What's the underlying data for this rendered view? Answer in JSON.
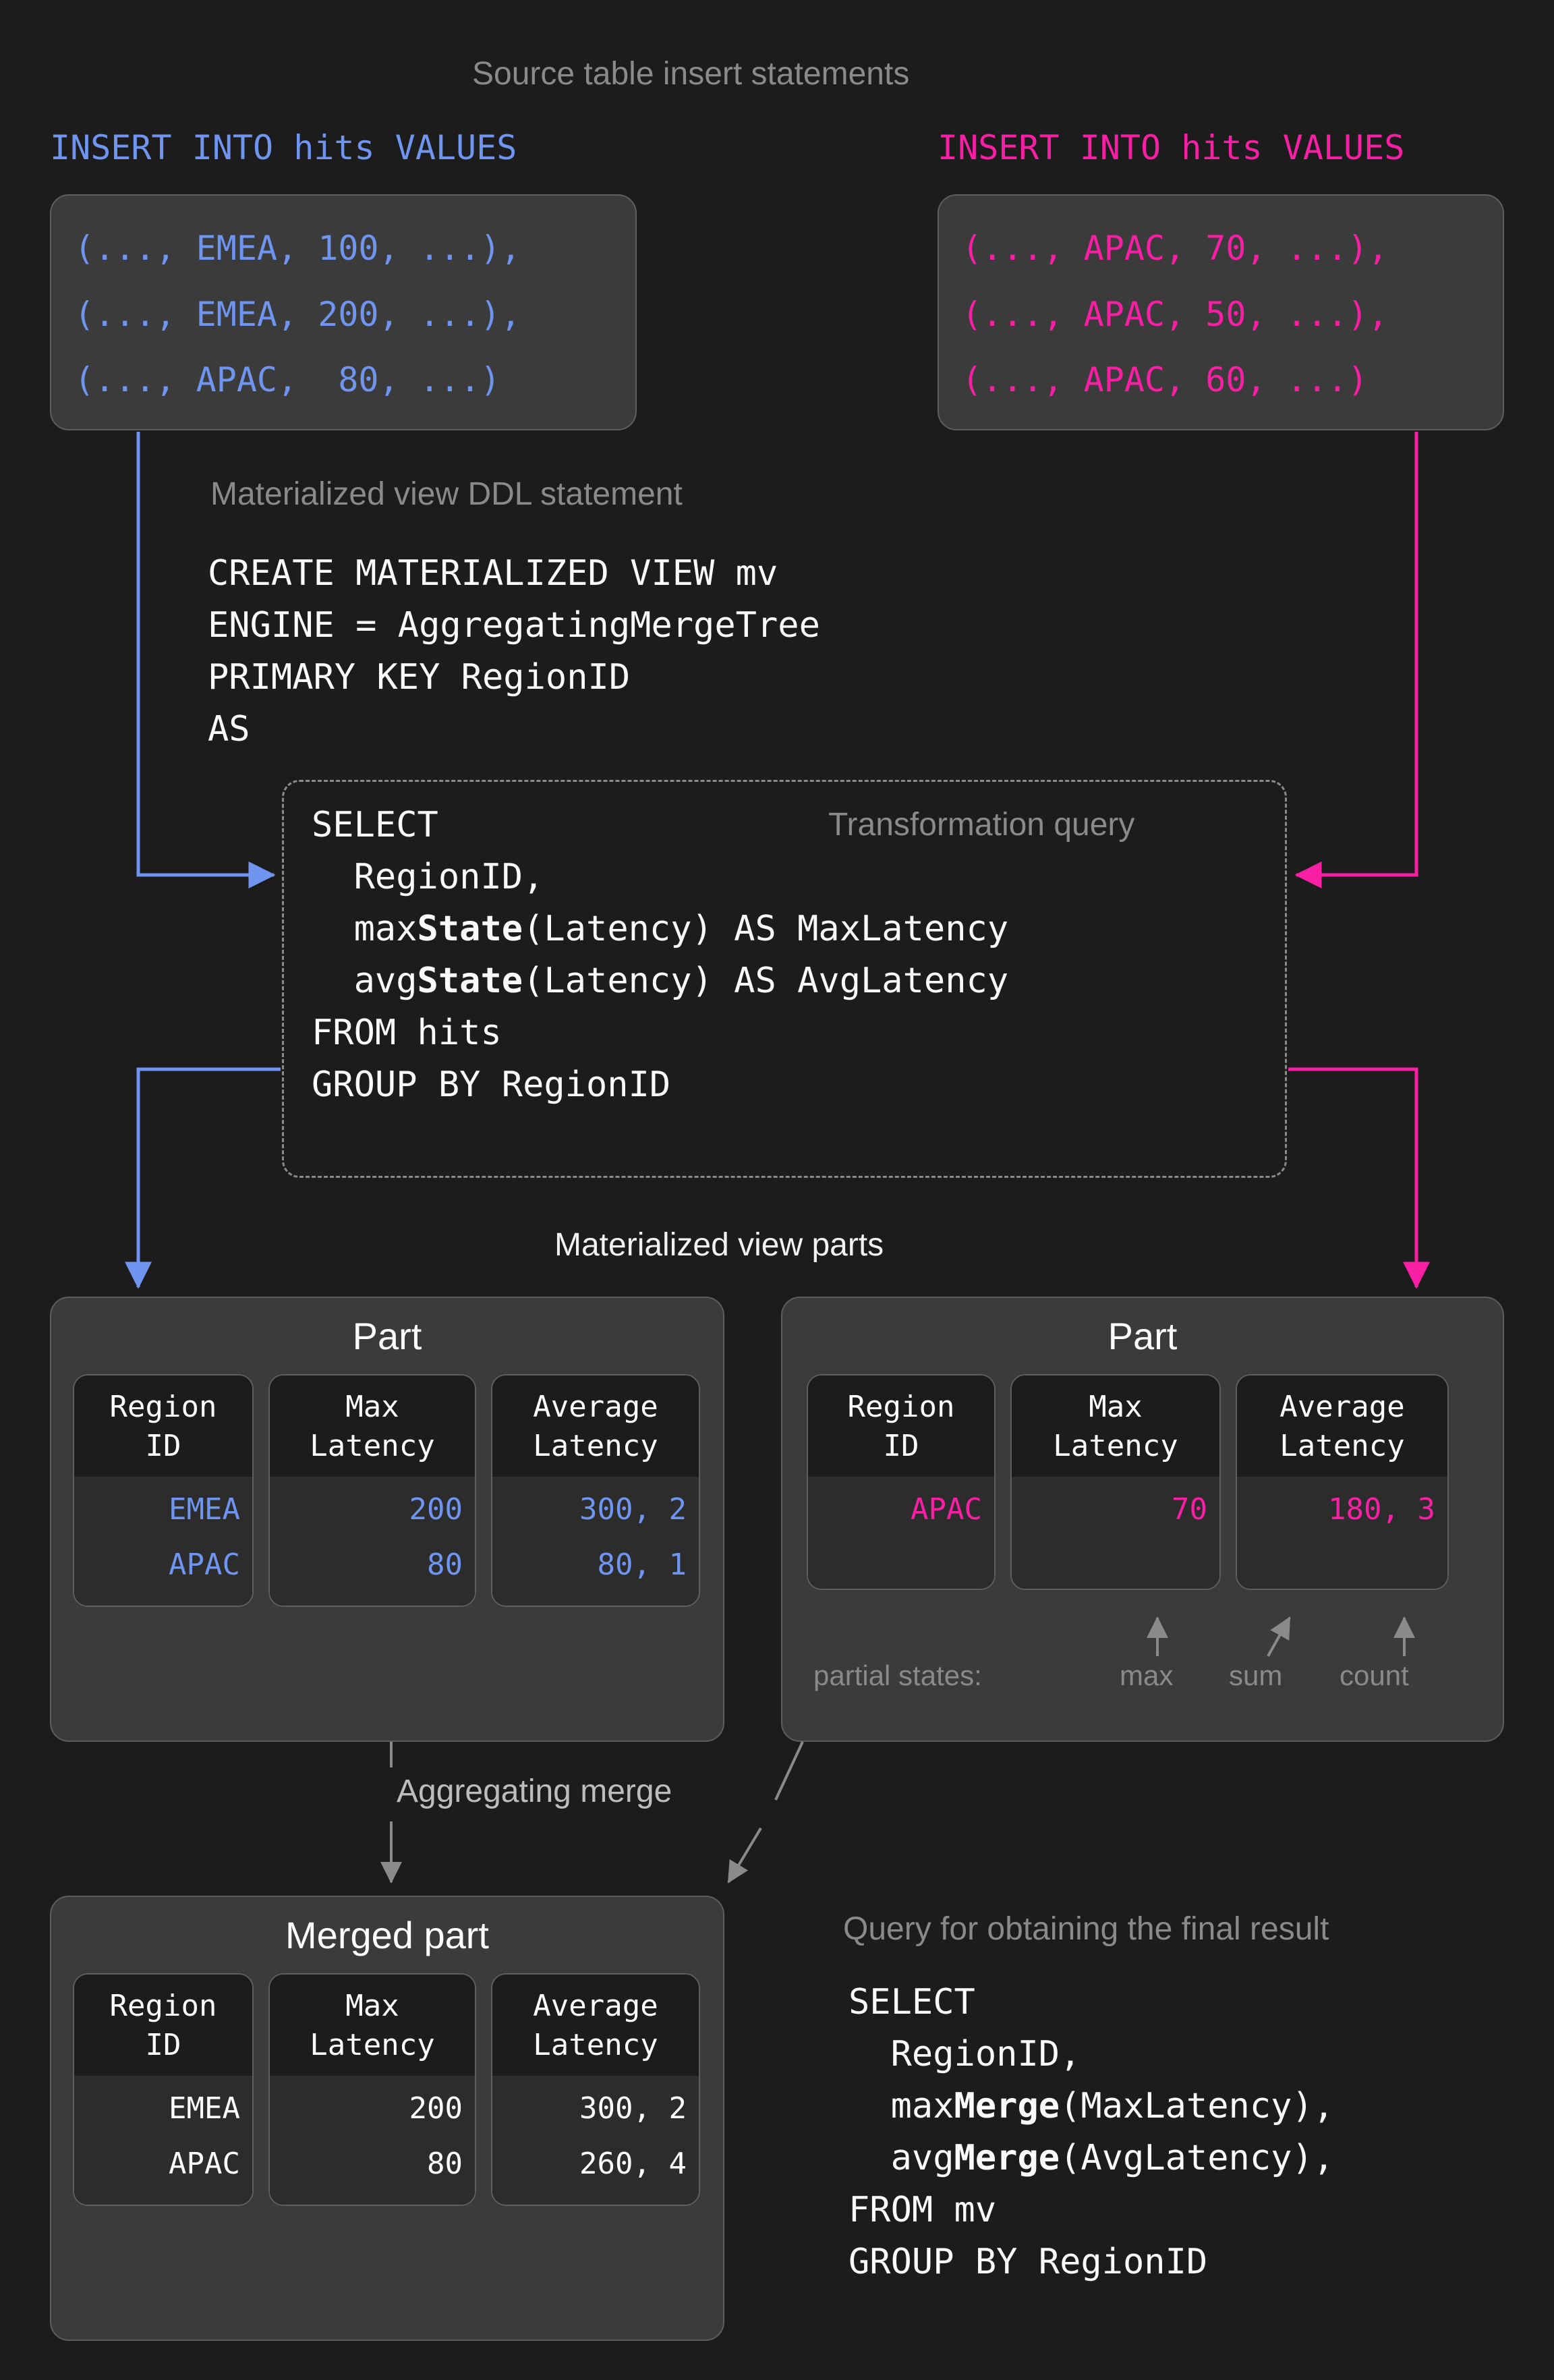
{
  "colors": {
    "background": "#1c1c1c",
    "blue": "#6f95f0",
    "pink": "#f91fa5",
    "gray_label": "#8a8a8a",
    "white": "#ffffff",
    "box_fill": "#3b3b3b",
    "box_border": "#5e5e5e"
  },
  "titles": {
    "source_inserts": "Source table insert statements",
    "mv_ddl": "Materialized view DDL statement",
    "transformation_query": "Transformation query",
    "mv_parts": "Materialized view parts",
    "aggregating_merge": "Aggregating merge",
    "final_query": "Query for obtaining the final result"
  },
  "inserts": {
    "left": {
      "header": "INSERT INTO hits VALUES",
      "color": "#6f95f0",
      "rows": [
        "(..., EMEA, 100, ...),",
        "(..., EMEA, 200, ...),",
        "(..., APAC,  80, ...)"
      ]
    },
    "right": {
      "header": "INSERT INTO hits VALUES",
      "color": "#f91fa5",
      "rows": [
        "(..., APAC, 70, ...),",
        "(..., APAC, 50, ...),",
        "(..., APAC, 60, ...)"
      ]
    }
  },
  "ddl": {
    "lines": [
      "CREATE MATERIALIZED VIEW mv",
      "ENGINE = AggregatingMergeTree",
      "PRIMARY KEY RegionID",
      "AS"
    ]
  },
  "transformation_query": {
    "lines": [
      {
        "plain": "SELECT"
      },
      {
        "plain": "  RegionID,"
      },
      {
        "pre": "  max",
        "bold": "State",
        "post": "(Latency) AS MaxLatency"
      },
      {
        "pre": "  avg",
        "bold": "State",
        "post": "(Latency) AS AvgLatency"
      },
      {
        "plain": "FROM hits"
      },
      {
        "plain": "GROUP BY RegionID"
      }
    ]
  },
  "parts": {
    "columns": [
      {
        "line1": "Region",
        "line2": "ID"
      },
      {
        "line1": "Max",
        "line2": "Latency"
      },
      {
        "line1": "Average",
        "line2": "Latency"
      }
    ],
    "left_part": {
      "title": "Part",
      "color": "#6f95f0",
      "region_id": [
        "EMEA",
        "APAC"
      ],
      "max_latency": [
        "200",
        "80"
      ],
      "average_latency": [
        "300, 2",
        "80, 1"
      ]
    },
    "right_part": {
      "title": "Part",
      "color": "#f91fa5",
      "region_id": [
        "APAC"
      ],
      "max_latency": [
        "70"
      ],
      "average_latency": [
        "180, 3"
      ],
      "partial_states_label": "partial states:",
      "partial_states": [
        "max",
        "sum",
        "count"
      ]
    },
    "merged_part": {
      "title": "Merged part",
      "color": "#ffffff",
      "region_id": [
        "EMEA",
        "APAC"
      ],
      "max_latency": [
        "200",
        "80"
      ],
      "average_latency": [
        "300, 2",
        "260, 4"
      ]
    }
  },
  "final_query": {
    "lines": [
      {
        "plain": "SELECT"
      },
      {
        "plain": "  RegionID,"
      },
      {
        "pre": "  max",
        "bold": "Merge",
        "post": "(MaxLatency),"
      },
      {
        "pre": "  avg",
        "bold": "Merge",
        "post": "(AvgLatency),"
      },
      {
        "plain": "FROM mv"
      },
      {
        "plain": "GROUP BY RegionID"
      }
    ]
  }
}
